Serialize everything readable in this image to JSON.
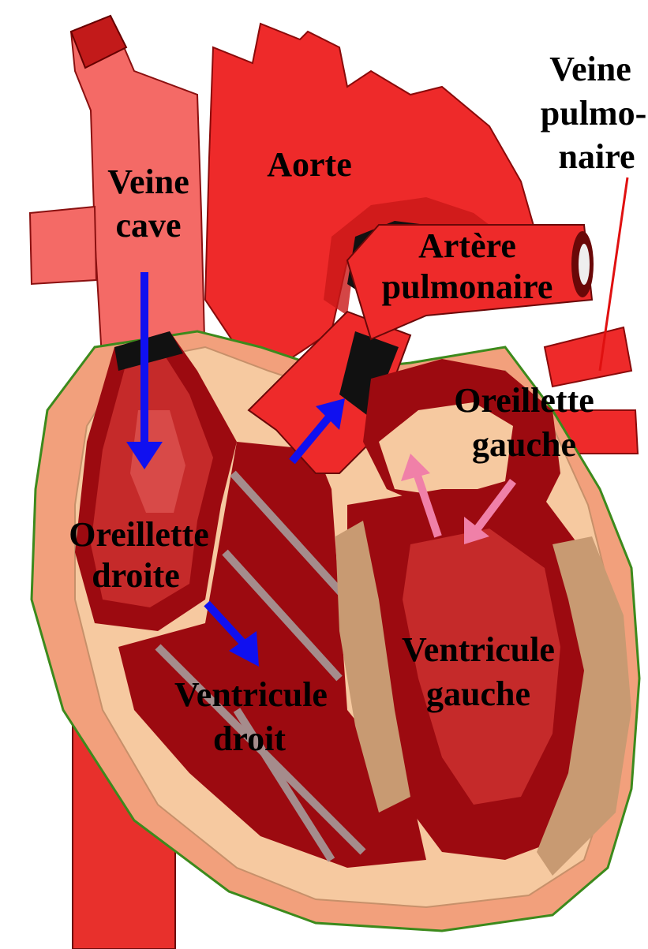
{
  "diagram": {
    "labels": {
      "veine_cave_1": "Veine",
      "veine_cave_2": "cave",
      "aorte": "Aorte",
      "artere_1": "Artère",
      "artere_2": "pulmonaire",
      "veine_pulm_1": "Veine",
      "veine_pulm_2": "pulmo-",
      "veine_pulm_3": "naire",
      "oreillette_droite_1": "Oreillette",
      "oreillette_droite_2": "droite",
      "oreillette_gauche_1": "Oreillette",
      "oreillette_gauche_2": "gauche",
      "ventricule_droit_1": "Ventricule",
      "ventricule_droit_2": "droit",
      "ventricule_gauche_1": "Ventricule",
      "ventricule_gauche_2": "gauche"
    },
    "colors": {
      "deoxygenated_arrow": "#1010f0",
      "oxygenated_arrow": "#f080a8",
      "vessel_red": "#ee2a2a",
      "vena_pink": "#f46a66",
      "muscle_dark": "#9c0a10",
      "wall_beige": "#f6c9a0",
      "outer_wall": "#f2a07c",
      "septum_tan": "#c89a72"
    }
  }
}
